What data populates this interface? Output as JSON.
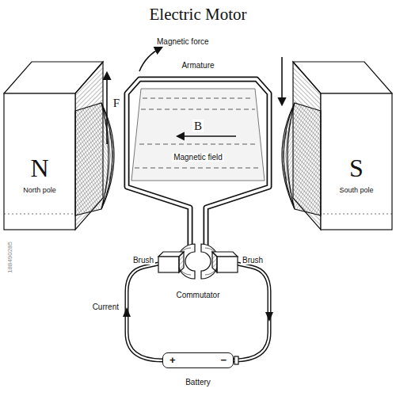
{
  "diagram": {
    "title": "Electric Motor",
    "nodes": [
      {
        "text": [
          "N",
          "North pole"
        ]
      },
      {
        "text": [
          "S",
          "South pole"
        ]
      },
      {
        "text": [
          "+",
          "−"
        ]
      }
    ],
    "labels": [
      "Magnetic force",
      "Armature",
      "F",
      "B",
      "Magnetic field",
      "Brush",
      "Brush",
      "Commutator",
      "Current",
      "Battery",
      "188490285"
    ]
  }
}
